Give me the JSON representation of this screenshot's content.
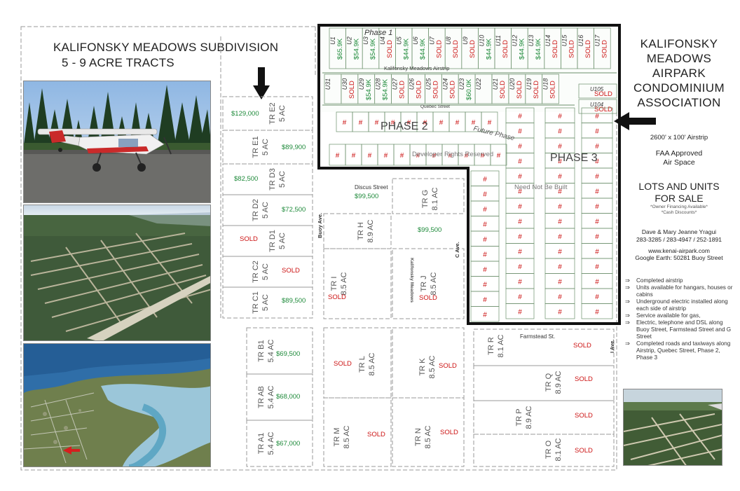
{
  "title": {
    "line1": "KALIFONSKY MEADOWS SUBDIVISION",
    "line2": "5 - 9 ACRE TRACTS"
  },
  "association": {
    "lines": [
      "KALIFONSKY",
      "MEADOWS",
      "AIRPARK",
      "CONDOMINIUM",
      "ASSOCIATION"
    ]
  },
  "info": {
    "airstrip": "2600' x 100' Airstrip",
    "faa1": "FAA Approved",
    "faa2": "Air Space",
    "sale1": "LOTS AND UNITS",
    "sale2": "FOR SALE",
    "financing": "*Owner Financing Available*",
    "cash": "*Cash Discounts*",
    "contact_names": "Dave & Mary Jeanne Yragui",
    "phones": "283-3285 / 283-4947 / 252-1891",
    "website": "www.kenai-airpark.com",
    "google_earth": "Google Earth: 50281 Buoy Street"
  },
  "features": [
    "Completed airstrip",
    "Units available for hangars, houses or cabins",
    "Underground electric installed along each side of airstrip",
    "Service available for gas,",
    "Electric, telephone and DSL along Buoy Street, Farmstead Street and G Street",
    "Completed roads and taxiways along Airstrip, Quebec Street, Phase 2, Phase 3"
  ],
  "map": {
    "streets": {
      "airstrip": "Kalifonsky Meadows Airstrip",
      "quebec": "Quebec Street",
      "discus": "Discus Street",
      "farmstead": "Farmstead St.",
      "buoy": "Buoy Ave.",
      "c_ave": "C Ave.",
      "i_ave": "I Ave.",
      "kalifonsky_meadows": "Kalifonsky Meadows",
      "future_phase": "Future Phase",
      "developer_rights": "Developer Rights Reserved",
      "need_not": "Need Not Be Built"
    },
    "phases": {
      "phase1": "Phase 1",
      "phase2": "PHASE 2",
      "phase3": "PHASE 3"
    },
    "unit_marker": "#",
    "units_top": [
      {
        "id": "U1",
        "status": "$65.9K",
        "color": "#1e8a3a"
      },
      {
        "id": "U2",
        "status": "$54.9K",
        "color": "#1e8a3a"
      },
      {
        "id": "U3",
        "status": "$54.9K",
        "color": "#1e8a3a"
      },
      {
        "id": "U4",
        "status": "SOLD",
        "color": "#cc1111"
      },
      {
        "id": "U5",
        "status": "$44.9K",
        "color": "#1e8a3a"
      },
      {
        "id": "U6",
        "status": "$44.9K",
        "color": "#1e8a3a"
      },
      {
        "id": "U7",
        "status": "SOLD",
        "color": "#cc1111"
      },
      {
        "id": "U8",
        "status": "SOLD",
        "color": "#cc1111"
      },
      {
        "id": "U9",
        "status": "SOLD",
        "color": "#cc1111"
      },
      {
        "id": "U10",
        "status": "$44.9K",
        "color": "#1e8a3a"
      },
      {
        "id": "U11",
        "status": "SOLD",
        "color": "#cc1111"
      },
      {
        "id": "U12",
        "status": "$44.9K",
        "color": "#1e8a3a"
      },
      {
        "id": "U13",
        "status": "$44.9K",
        "color": "#1e8a3a"
      },
      {
        "id": "U14",
        "status": "SOLD",
        "color": "#cc1111"
      },
      {
        "id": "U15",
        "status": "SOLD",
        "color": "#cc1111"
      },
      {
        "id": "U16",
        "status": "SOLD",
        "color": "#cc1111"
      },
      {
        "id": "U17",
        "status": "SOLD",
        "color": "#cc1111"
      }
    ],
    "units_mid": [
      {
        "id": "U31",
        "status": "",
        "color": "#cc1111"
      },
      {
        "id": "U30",
        "status": "SOLD",
        "color": "#cc1111"
      },
      {
        "id": "U29",
        "status": "$54.9K",
        "color": "#1e8a3a"
      },
      {
        "id": "U28",
        "status": "$54.9K",
        "color": "#1e8a3a"
      },
      {
        "id": "U27",
        "status": "SOLD",
        "color": "#cc1111"
      },
      {
        "id": "U26",
        "status": "SOLD",
        "color": "#cc1111"
      },
      {
        "id": "U25",
        "status": "SOLD",
        "color": "#cc1111"
      },
      {
        "id": "U24",
        "status": "SOLD",
        "color": "#cc1111"
      },
      {
        "id": "U23",
        "status": "$60.0K",
        "color": "#1e8a3a"
      },
      {
        "id": "U22",
        "status": "",
        "color": "#cc1111"
      },
      {
        "id": "U21",
        "status": "SOLD",
        "color": "#cc1111"
      },
      {
        "id": "U20",
        "status": "SOLD",
        "color": "#cc1111"
      },
      {
        "id": "U19",
        "status": "SOLD",
        "color": "#cc1111"
      },
      {
        "id": "U18",
        "status": "SOLD",
        "color": "#cc1111"
      }
    ],
    "units_right": [
      {
        "id": "U105",
        "status": "SOLD",
        "color": "#cc1111"
      },
      {
        "id": "U104",
        "status": "SOLD",
        "color": "#cc1111"
      }
    ],
    "tracts": [
      {
        "id": "TR E2",
        "acres": "5 AC",
        "price": "$129,000",
        "color": "#1e8a3a"
      },
      {
        "id": "TR E1",
        "acres": "5 AC",
        "price": "$89,900",
        "color": "#1e8a3a"
      },
      {
        "id": "TR D3",
        "acres": "5 AC",
        "price": "$82,500",
        "color": "#1e8a3a"
      },
      {
        "id": "TR D2",
        "acres": "5 AC",
        "price": "$72,500",
        "color": "#1e8a3a"
      },
      {
        "id": "TR D1",
        "acres": "5 AC",
        "price": "SOLD",
        "color": "#cc1111"
      },
      {
        "id": "TR C2",
        "acres": "5 AC",
        "price": "SOLD",
        "color": "#cc1111"
      },
      {
        "id": "TR C1",
        "acres": "5 AC",
        "price": "$89,500",
        "color": "#1e8a3a"
      },
      {
        "id": "TR B1",
        "acres": "5.4 AC",
        "price": "$69,500",
        "color": "#1e8a3a"
      },
      {
        "id": "TR AB",
        "acres": "5.4 AC",
        "price": "$68,000",
        "color": "#1e8a3a"
      },
      {
        "id": "TR A1",
        "acres": "5.4 AC",
        "price": "$67,000",
        "color": "#1e8a3a"
      },
      {
        "id": "TR G",
        "acres": "8.1 AC",
        "price": "$99,500",
        "color": "#1e8a3a"
      },
      {
        "id": "TR H",
        "acres": "8.9 AC",
        "price": "$99,500",
        "color": "#1e8a3a"
      },
      {
        "id": "TR I",
        "acres": "8.5 AC",
        "price": "SOLD",
        "color": "#cc1111"
      },
      {
        "id": "TR J",
        "acres": "8.5 AC",
        "price": "SOLD",
        "color": "#cc1111"
      },
      {
        "id": "TR L",
        "acres": "8.5 AC",
        "price": "SOLD",
        "color": "#cc1111"
      },
      {
        "id": "TR K",
        "acres": "8.5 AC",
        "price": "SOLD",
        "color": "#cc1111"
      },
      {
        "id": "TR M",
        "acres": "8.5 AC",
        "price": "SOLD",
        "color": "#cc1111"
      },
      {
        "id": "TR N",
        "acres": "8.5 AC",
        "price": "SOLD",
        "color": "#cc1111"
      },
      {
        "id": "TR R",
        "acres": "8.1 AC",
        "price": "SOLD",
        "color": "#cc1111"
      },
      {
        "id": "TR Q",
        "acres": "8.9 AC",
        "price": "SOLD",
        "color": "#cc1111"
      },
      {
        "id": "TR P",
        "acres": "8.9 AC",
        "price": "SOLD",
        "color": "#cc1111"
      },
      {
        "id": "TR O",
        "acres": "8.1 AC",
        "price": "SOLD",
        "color": "#cc1111"
      }
    ]
  },
  "colors": {
    "sold": "#cc1111",
    "price": "#1e8a3a",
    "phase_border": "#111111",
    "lot_line": "#6b8f6b"
  }
}
